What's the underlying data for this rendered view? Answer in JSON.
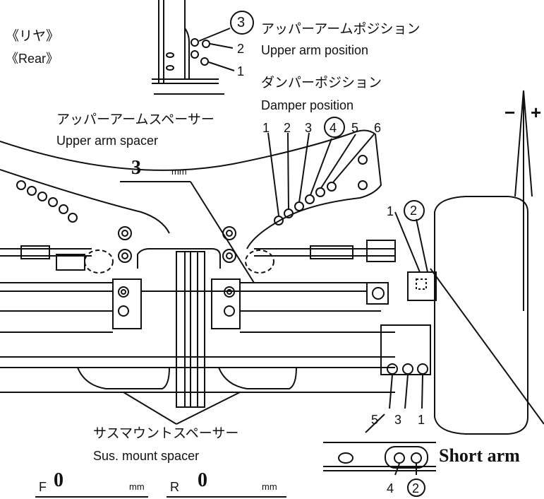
{
  "rear": {
    "jp": "《リヤ》",
    "en": "《Rear》"
  },
  "upper_arm_position": {
    "jp": "アッパーアームポジション",
    "en": "Upper arm position",
    "holes": [
      "3",
      "2",
      "1"
    ],
    "selected": "3"
  },
  "damper_position": {
    "jp": "ダンパーポジション",
    "en": "Damper position",
    "holes": [
      "1",
      "2",
      "3",
      "4",
      "5",
      "6"
    ],
    "selected": "4"
  },
  "upper_arm_spacer": {
    "jp": "アッパーアームスペーサー",
    "en": "Upper arm spacer",
    "value": "3",
    "unit": "mm"
  },
  "toe_position": {
    "holes": [
      "1",
      "2"
    ],
    "selected": "2"
  },
  "camber_signs": {
    "minus": "−",
    "plus": "+"
  },
  "sus_mount_spacer": {
    "jp": "サスマウントスペーサー",
    "en": "Sus. mount spacer",
    "front_label": "F",
    "front_value": "0",
    "rear_label": "R",
    "rear_value": "0",
    "unit": "mm"
  },
  "hub_holes": {
    "upper": [
      "5",
      "3",
      "1"
    ],
    "lower": [
      "4",
      "2"
    ],
    "upper_crossed": "5",
    "lower_selected": "2"
  },
  "short_arm": {
    "label": "Short arm"
  }
}
